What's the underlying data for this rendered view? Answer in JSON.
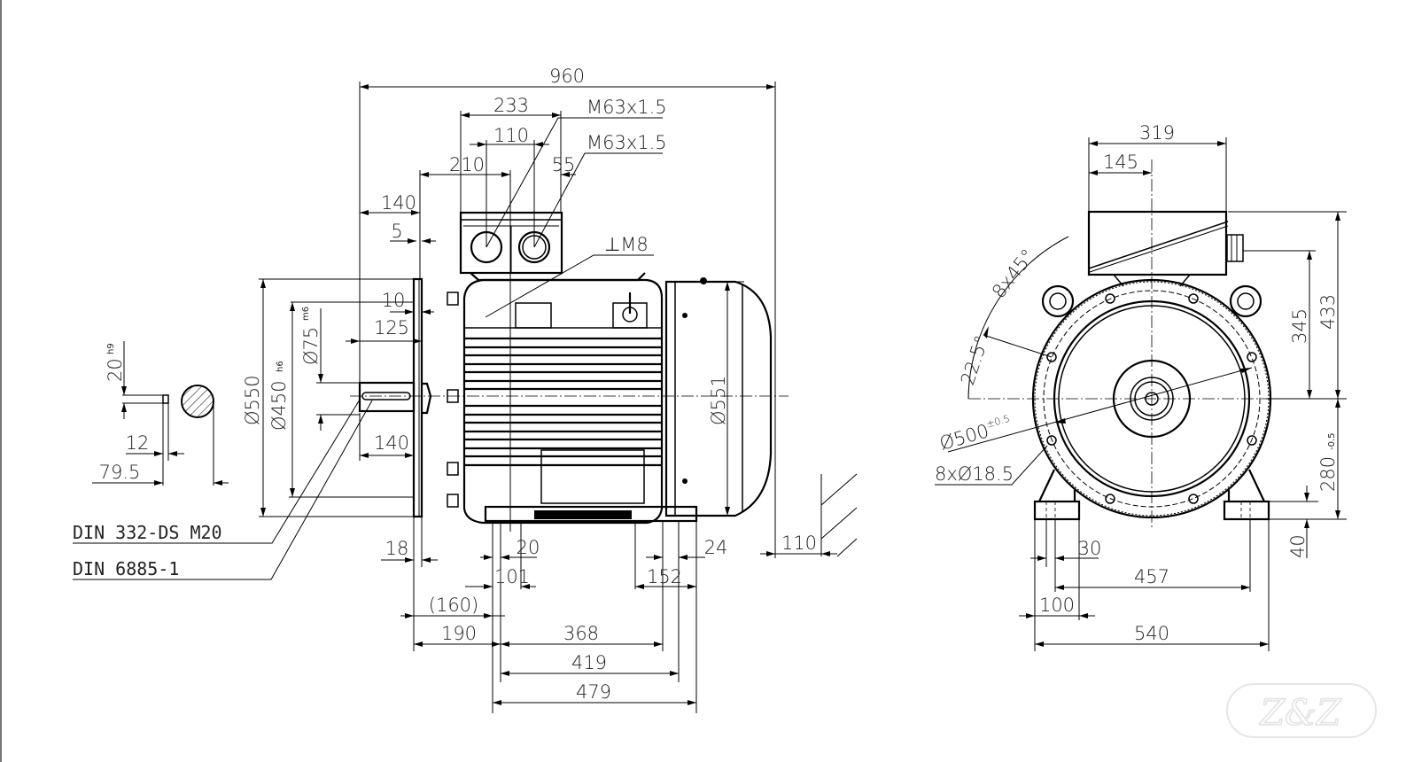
{
  "drawing": {
    "type": "motor dimensional drawing",
    "side_view": {
      "overall_length": "960",
      "terminal_box_width": "233",
      "terminal_box_gland_spacing": "110",
      "terminal_box_offset": "210",
      "gland_offset": "55",
      "gland_top": "M63x1.5",
      "gland_bottom": "M63x1.5",
      "shaft_to_flange": "140",
      "flange_step": "5",
      "earth_terminal": "M8",
      "spigot_depth": "10",
      "shaft_length_key": "125",
      "shaft_diameter": "Ø75",
      "shaft_tolerance": "m6",
      "flange_outer_dia": "Ø550",
      "spigot_dia": "Ø450",
      "spigot_tolerance": "h6",
      "shaft_length": "140",
      "frame_dia": "Ø551",
      "flange_thickness": "18",
      "foot_hole_dist_a": "20",
      "foot_width_a": "101",
      "foot_width_b": "152",
      "foot_hole_dist_b": "24",
      "flange_to_foot_ref": "(160)",
      "flange_to_hole": "190",
      "hole_spacing": "368",
      "foot_span_inner": "419",
      "foot_span_outer": "479",
      "rear_clearance": "110"
    },
    "shaft_section": {
      "key_width": "20",
      "key_tolerance": "h9",
      "key_depth": "12",
      "shaft_height": "79.5"
    },
    "notes": {
      "center_hole": "DIN 332-DS M20",
      "key_standard": "DIN 6885-1"
    },
    "end_view": {
      "box_width": "319",
      "box_offset": "145",
      "bolt_pattern": "8x45°",
      "bolt_angle": "22.5°",
      "pcd": "Ø500",
      "pcd_tolerance": "±0.5",
      "bolt_holes": "8xØ18.5",
      "gland_height": "345",
      "overall_height": "433",
      "shaft_height": "280",
      "shaft_height_tolerance": "-0.5",
      "foot_height": "40",
      "foot_hole_offset": "30",
      "foot_hole_spacing": "457",
      "foot_width": "100",
      "foot_span": "540"
    },
    "watermark": "Z&Z"
  }
}
